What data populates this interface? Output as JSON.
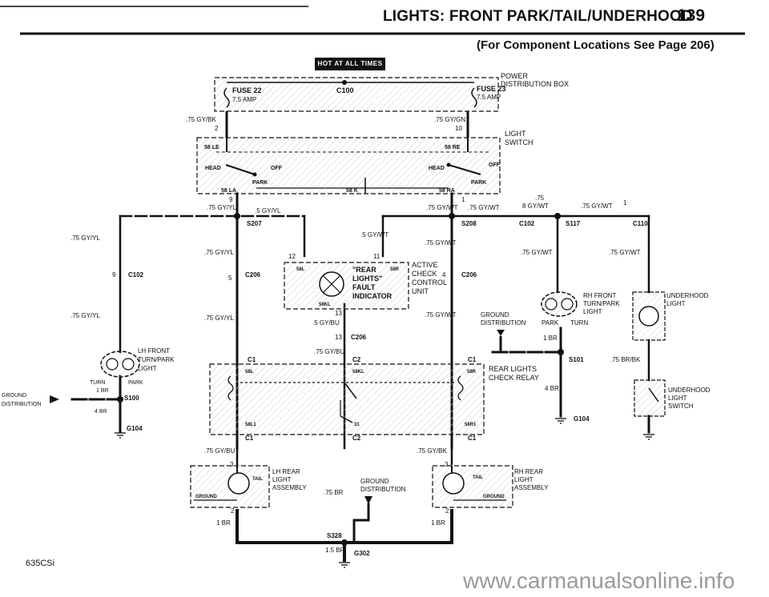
{
  "header": {
    "title": "LIGHTS: FRONT PARK/TAIL/UNDERHOOD",
    "page": "139",
    "subtitle": "(For Component Locations See Page 206)"
  },
  "footer": {
    "model": "635CSi",
    "watermark": "www.carmanualsonline.info"
  },
  "banner": "HOT AT ALL TIMES",
  "labels": {
    "power_dist": "POWER",
    "power_dist2": "DISTRIBUTION BOX",
    "fuse22": "FUSE 22",
    "fuse22_amp": "7.5 AMP",
    "fuse23": "FUSE 23",
    "fuse23_amp": "7.5 AMP",
    "c100": "C100",
    "light_switch1": "LIGHT",
    "light_switch2": "SWITCH",
    "sw_58le": "58 LE",
    "sw_58re": "58 RE",
    "sw_head_l": "HEAD",
    "sw_off_l": "OFF",
    "sw_park_l": "PARK",
    "sw_head_r": "HEAD",
    "sw_off_r": "OFF",
    "sw_park_r": "PARK",
    "sw_58la": "58 LA",
    "sw_58k": "58 K",
    "sw_58ra": "58 RA",
    "w_75gybk": ".75 GY/BK",
    "w_75gygn": ".75 GY/GN",
    "pin2": "2",
    "pin10": "10",
    "pin9": "9",
    "pin1": "1",
    "w_75gyyl_a": ".75 GY/YL",
    "w_5gyyl": ".5 GY/YL",
    "w_75gywt_a": ".75 GY/WT",
    "w_75gywt_b": ".75 GY/WT",
    "w_75_top": ".75",
    "w_8gywt": "8 GY/WT",
    "w_75gywt_c": ".75 GY/WT",
    "pin1b": "1",
    "s207": "S207",
    "s208": "S208",
    "c102r": "C102",
    "s117": "S117",
    "c110": "C110",
    "w_75gyyl_b": ".75 GY/YL",
    "w_5gywt": ".5 GY/WT",
    "w_75gywt_d": ".75 GY/WT",
    "w_75gyyl_c": ".75 GY/YL",
    "w_75gywt_e": ".75 GY/WT",
    "w_75gywt_f": ".75 GY/WT",
    "pin9b": "9",
    "c102l": "C102",
    "pin5": "5",
    "c206a": "C206",
    "pin12": "12",
    "pin11": "11",
    "p58l": "58L",
    "p58r": "58R",
    "rear1": "\"REAR",
    "rear2": "LIGHTS\"",
    "rear3": "FAULT",
    "rear4": "INDICATOR",
    "p58kl": "58KL",
    "acc1": "ACTIVE",
    "acc2": "CHECK",
    "acc3": "CONTROL",
    "acc4": "UNIT",
    "pin4": "4",
    "c206b": "C206",
    "rh_front1": "RH FRONT",
    "rh_front2": "TURN/PARK",
    "rh_front3": "LIGHT",
    "uh_light1": "UNDERHOOD",
    "uh_light2": "LIGHT",
    "w_75gyyl_d": ".75 GY/YL",
    "w_75gyyl_e": ".75 GY/YL",
    "pin13": "13",
    "w_5gybu": ".5 GY/BU",
    "w_75gywt_g": ".75 GY/WT",
    "gnd_dist1": "GROUND",
    "gnd_dist2": "DISTRIBUTION",
    "park": "PARK",
    "turn": "TURN",
    "w_1br_a": "1 BR",
    "pin13b": "13",
    "c206c": "C206",
    "w_75gybu": ".75 GY/BU",
    "s101": "S101",
    "w_75brbk": ".75 BR/BK",
    "lh_front1": "LH FRONT",
    "lh_front2": "TURN/PARK",
    "lh_front3": "LIGHT",
    "turn_l": "TURN",
    "park_l": "PARK",
    "w_1br_b": "1 BR",
    "c1a": "C1",
    "c2a": "C2",
    "c1b": "C1",
    "p58l_b": "58L",
    "p58kl_b": "58KL",
    "p58r_b": "58R",
    "rlcr1": "REAR LIGHTS",
    "rlcr2": "CHECK RELAY",
    "w_4br_a": "4 BR",
    "uh_sw1": "UNDERHOOD",
    "uh_sw2": "LIGHT",
    "uh_sw3": "SWITCH",
    "gnd_l1": "GROUND",
    "gnd_l2": "DISTRIBUTION",
    "s100": "S100",
    "w_4br_b": "4 BR",
    "g104a": "G104",
    "g104b": "G104",
    "p58l1": "58L1",
    "p31": "31",
    "p58r1": "58R1",
    "c1c": "C1",
    "c2b": "C2",
    "c1d": "C1",
    "w_75gybu_b": ".75 GY/BU",
    "w_75gybk_b": ".75 GY/BK",
    "pin3a": "3",
    "pin3b": "3",
    "lh_rear1": "LH REAR",
    "lh_rear2": "LIGHT",
    "lh_rear3": "ASSEMBLY",
    "tail_l": "TAIL",
    "ground_l": "GROUND",
    "rh_rear1": "RH REAR",
    "rh_rear2": "LIGHT",
    "rh_rear3": "ASSEMBLY",
    "tail_r": "TAIL",
    "ground_r": "GROUND",
    "gnd_c1": "GROUND",
    "gnd_c2": "DISTRIBUTION",
    "w_75br": ".75 BR",
    "pin2a": "2",
    "pin2b": "2",
    "w_1br_c": "1 BR",
    "w_1br_d": "1 BR",
    "s328": "S328",
    "w_15br": "1.5 BR",
    "g302": "G302"
  }
}
